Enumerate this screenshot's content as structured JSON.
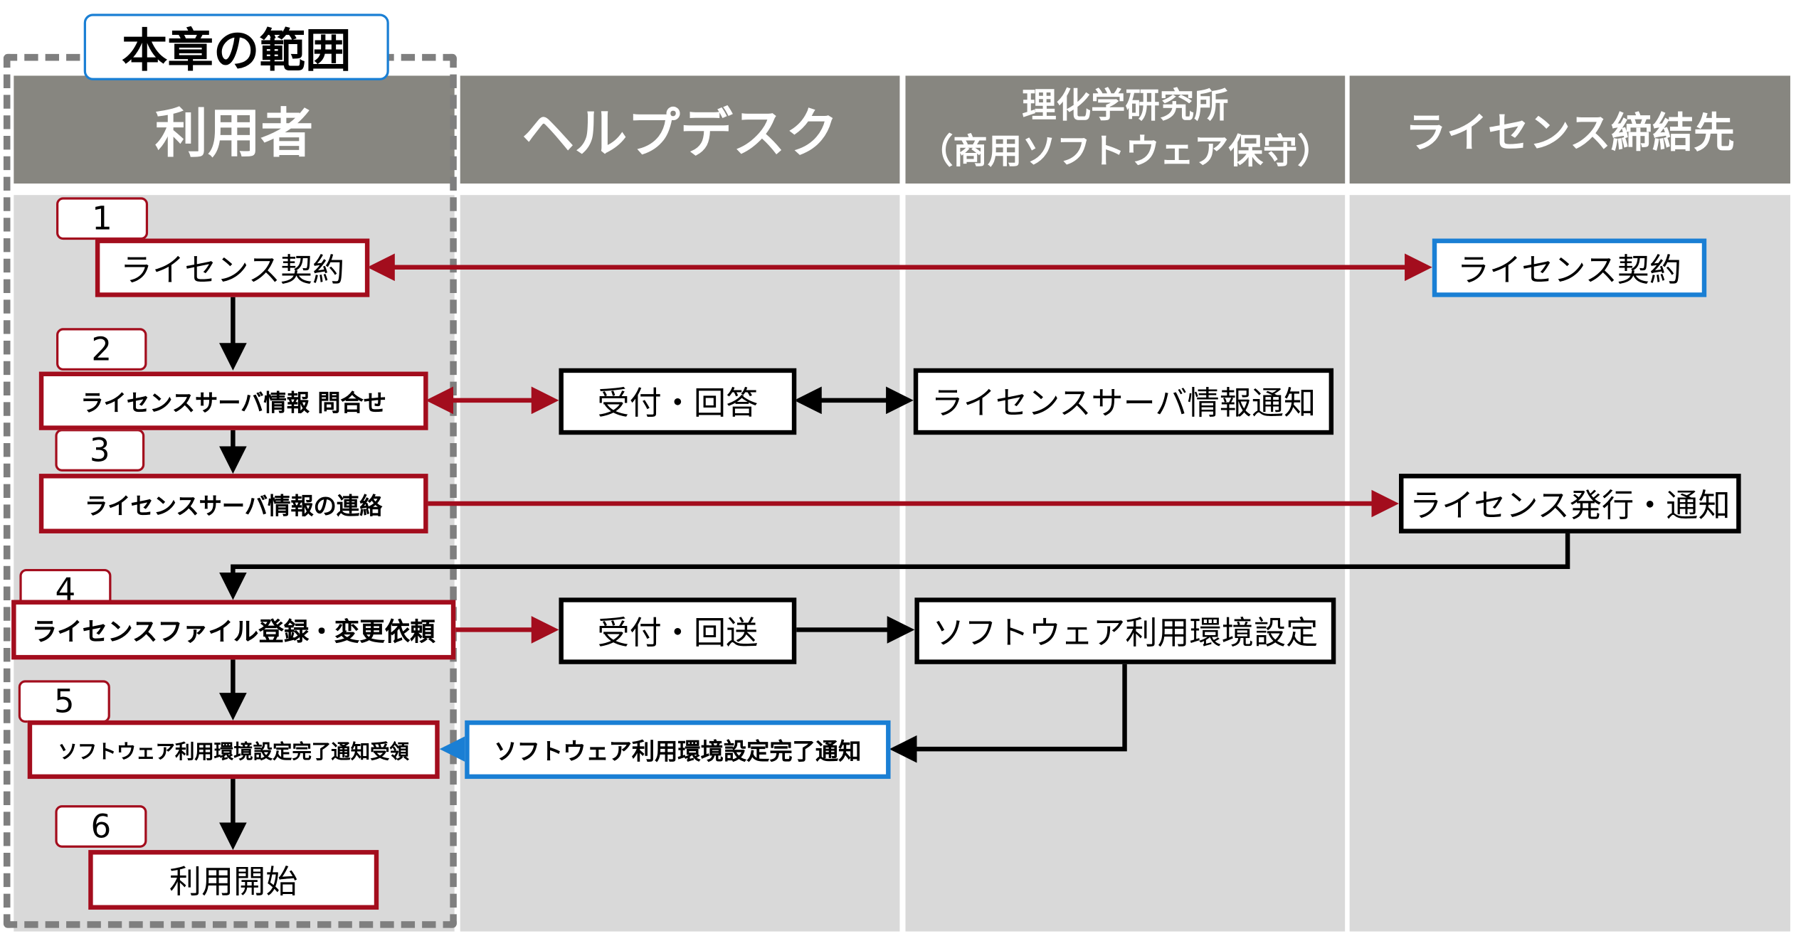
{
  "scope_label": "本章の範囲",
  "columns": [
    "利用者",
    "ヘルプデスク",
    "理化学研究所\n（商用ソフトウェア保守）",
    "ライセンス締結先"
  ],
  "column_lines": [
    "理化学研究所",
    "（商用ソフトウェア保守）"
  ],
  "steps": [
    {
      "number": "1",
      "label": "ライセンス契約"
    },
    {
      "number": "2",
      "label": "ライセンスサーバ情報 問合せ"
    },
    {
      "number": "3",
      "label": "ライセンスサーバ情報の連絡"
    },
    {
      "number": "4",
      "label": "ライセンスファイル登録・変更依頼"
    },
    {
      "number": "5",
      "label": "ソフトウェア利用環境設定完了通知受領"
    },
    {
      "number": "6",
      "label": "利用開始"
    }
  ],
  "helpdesk": {
    "reception_answer": "受付・回答",
    "reception_forward": "受付・回送",
    "completion_notice": "ソフトウェア利用環境設定完了通知"
  },
  "riken": {
    "server_info_notice": "ライセンスサーバ情報通知",
    "env_setup": "ソフトウェア利用環境設定"
  },
  "licensor": {
    "contract": "ライセンス契約",
    "issue_notice": "ライセンス発行・通知"
  },
  "colors": {
    "header": "#878680",
    "user_box": "#a30d1d",
    "scope_border": "#1a7fd4",
    "body": "#d9d9d9"
  }
}
